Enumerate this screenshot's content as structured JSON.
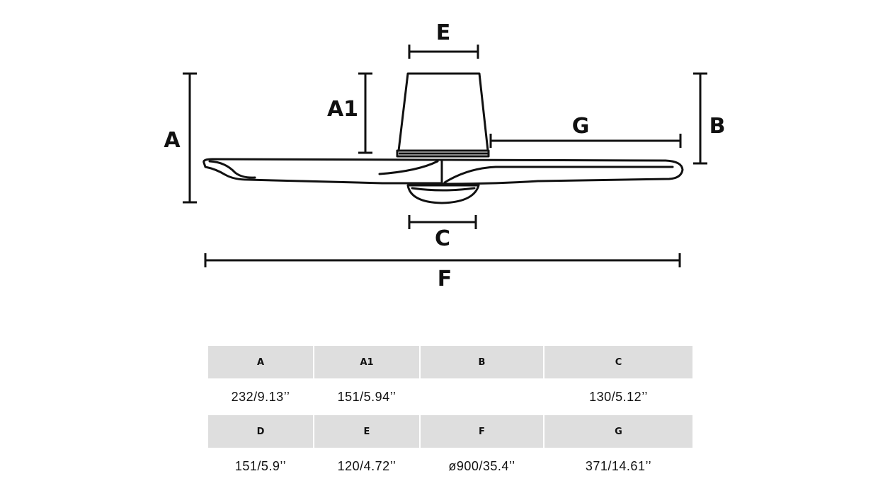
{
  "diagram": {
    "labels": {
      "A": "A",
      "A1": "A1",
      "B": "B",
      "C": "C",
      "E": "E",
      "F": "F",
      "G": "G"
    }
  },
  "table": {
    "rows": [
      {
        "headers": [
          "A",
          "A1",
          "B",
          "C"
        ],
        "values": [
          "232/9.13’’",
          "151/5.94’’",
          "",
          "130/5.12’’"
        ]
      },
      {
        "headers": [
          "D",
          "E",
          "F",
          "G"
        ],
        "values": [
          "151/5.9’’",
          "120/4.72’’",
          "ø900/35.4’’",
          "371/14.61’’"
        ]
      }
    ]
  }
}
